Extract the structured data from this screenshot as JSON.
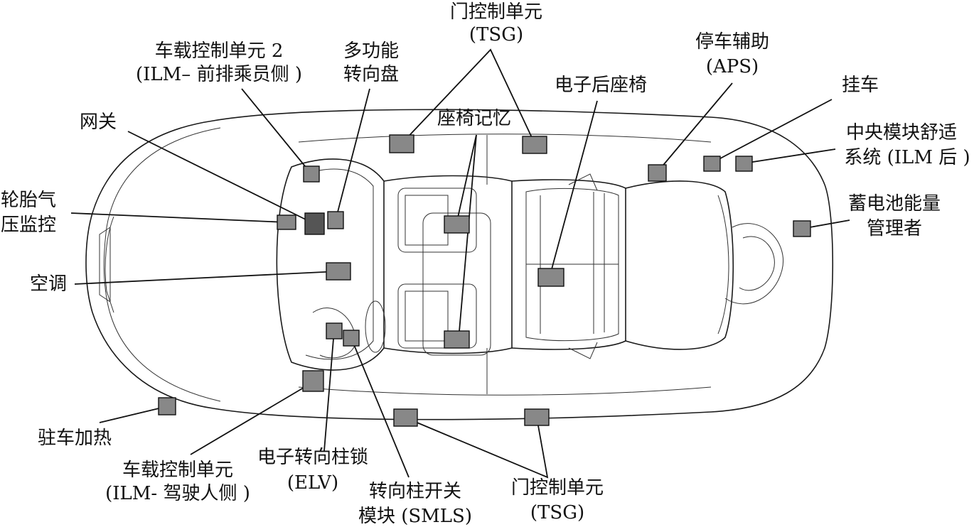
{
  "labels": {
    "door_ctrl_top": [
      "门控制单元",
      "(TSG)"
    ],
    "veh_ctrl_passenger": [
      "车载控制单元 2",
      "(ILM– 前排乘员侧 )"
    ],
    "multi_steering": [
      "多功能",
      "转向盘"
    ],
    "park_assist": [
      "停车辅助",
      "(APS)"
    ],
    "electric_rear_seat": "电子后座椅",
    "trailer": "挂车",
    "central_comfort": [
      "中央模块舒适",
      "系统 (ILM 后 )"
    ],
    "gateway": "网关",
    "seat_memory": "座椅记忆",
    "tire_pressure": [
      "轮胎气",
      "压监控"
    ],
    "battery_mgmt": [
      "蓄电池能量",
      "管理者"
    ],
    "aircon": "空调",
    "park_heating": "驻车加热",
    "veh_ctrl_driver": [
      "车载控制单元",
      "(ILM- 驾驶人侧 )"
    ],
    "steering_lock": [
      "电子转向柱锁",
      "(ELV)"
    ],
    "steering_switch": [
      "转向柱开关",
      "模块 (SMLS)"
    ],
    "door_ctrl_bottom": [
      "门控制单元",
      "(TSG)"
    ]
  },
  "colors": {
    "module_fill": "#888888",
    "module_dark": "#555555",
    "line": "#111111"
  }
}
